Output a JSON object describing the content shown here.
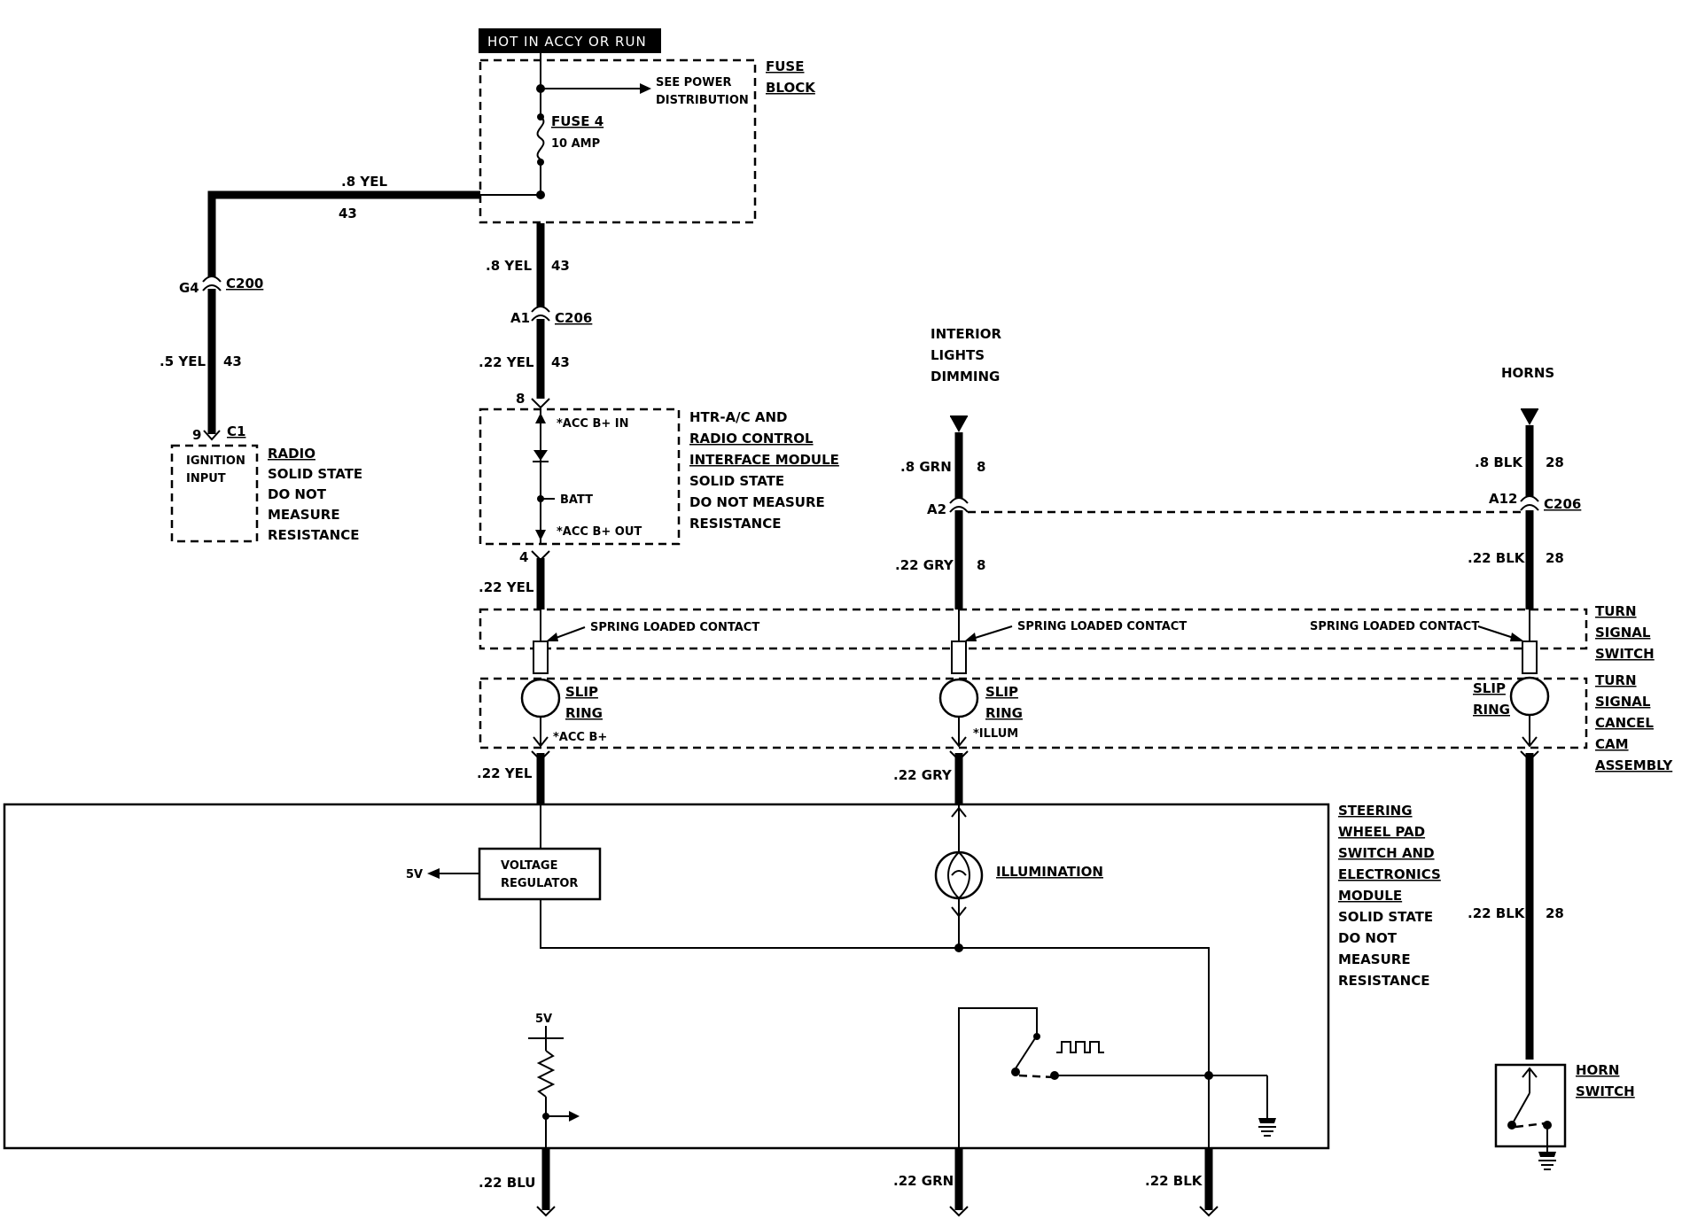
{
  "banner": "HOT IN ACCY OR RUN",
  "fuse_block": {
    "label_1": "FUSE",
    "label_2": "BLOCK",
    "see_power_1": "SEE POWER",
    "see_power_2": "DISTRIBUTION",
    "fuse_name": "FUSE 4",
    "fuse_rating": "10 AMP"
  },
  "wires": {
    "top_left_gauge": ".8 YEL",
    "top_left_circuit": "43",
    "left_conn_pin": "G4",
    "left_conn_name": "C200",
    "left_lower_gauge": ".5 YEL",
    "left_lower_circuit": "43",
    "center_upper_gauge": ".8 YEL",
    "center_upper_circuit": "43",
    "center_conn_pin": "A1",
    "center_conn_name": "C206",
    "center_lower_gauge": ".22 YEL",
    "center_lower_circuit": "43",
    "htr_pin_in": "8",
    "htr_pin_out": "4",
    "after_htr_gauge": ".22 YEL",
    "after_slip_left_gauge": ".22 YEL",
    "interior_upper_gauge": ".8 GRN",
    "interior_upper_circuit": "8",
    "interior_conn_pin": "A2",
    "interior_lower_gauge": ".22 GRY",
    "interior_lower_circuit": "8",
    "after_slip_mid_gauge": ".22 GRY",
    "horn_upper_gauge": ".8 BLK",
    "horn_upper_circuit": "28",
    "horn_conn_pin": "A12",
    "horn_conn_name": "C206",
    "horn_lower_gauge": ".22 BLK",
    "horn_lower_circuit": "28",
    "horn_switch_gauge": ".22 BLK",
    "horn_switch_circuit": "28",
    "bottom_blu": ".22 BLU",
    "bottom_grn": ".22 GRN",
    "bottom_blk": ".22 BLK"
  },
  "radio": {
    "pin": "9",
    "conn": "C1",
    "box_1": "IGNITION",
    "box_2": "INPUT",
    "label_1": "RADIO",
    "label_2": "SOLID STATE",
    "label_3": "DO NOT",
    "label_4": "MEASURE",
    "label_5": "RESISTANCE"
  },
  "htr_module": {
    "acc_in": "*ACC B+ IN",
    "batt": "BATT",
    "acc_out": "*ACC B+ OUT",
    "label_1": "HTR-A/C AND",
    "label_2": "RADIO CONTROL",
    "label_3": "INTERFACE MODULE",
    "label_4": "SOLID STATE",
    "label_5": "DO NOT MEASURE",
    "label_6": "RESISTANCE"
  },
  "interior_lights": {
    "label_1": "INTERIOR",
    "label_2": "LIGHTS",
    "label_3": "DIMMING"
  },
  "horns": {
    "label": "HORNS"
  },
  "turn_signal_switch": {
    "contact_left": "SPRING LOADED CONTACT",
    "contact_mid": "SPRING LOADED CONTACT",
    "contact_right": "SPRING LOADED CONTACT",
    "label_1": "TURN",
    "label_2": "SIGNAL",
    "label_3": "SWITCH"
  },
  "cancel_cam": {
    "slip_left_1": "SLIP",
    "slip_left_2": "RING",
    "acc_b": "*ACC B+",
    "slip_mid_1": "SLIP",
    "slip_mid_2": "RING",
    "illum": "*ILLUM",
    "slip_right_1": "SLIP",
    "slip_right_2": "RING",
    "label_1": "TURN",
    "label_2": "SIGNAL",
    "label_3": "CANCEL",
    "label_4": "CAM",
    "label_5": "ASSEMBLY"
  },
  "steering_module": {
    "regulator_1": "VOLTAGE",
    "regulator_2": "REGULATOR",
    "five_v_out": "5V",
    "five_v_top": "5V",
    "illumination": "ILLUMINATION",
    "label_1": "STEERING",
    "label_2": "WHEEL PAD",
    "label_3": "SWITCH AND",
    "label_4": "ELECTRONICS",
    "label_5": "MODULE",
    "label_6": "SOLID STATE",
    "label_7": "DO NOT",
    "label_8": "MEASURE",
    "label_9": "RESISTANCE"
  },
  "horn_switch": {
    "label_1": "HORN",
    "label_2": "SWITCH"
  }
}
